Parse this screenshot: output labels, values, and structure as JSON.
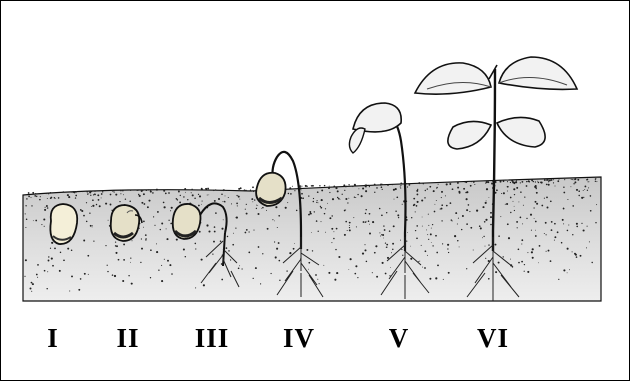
{
  "diagram": {
    "stages": [
      {
        "id": "stage-1",
        "label": "I"
      },
      {
        "id": "stage-2",
        "label": "II"
      },
      {
        "id": "stage-3",
        "label": "III"
      },
      {
        "id": "stage-4",
        "label": "IV"
      },
      {
        "id": "stage-5",
        "label": "V"
      },
      {
        "id": "stage-6",
        "label": "VI"
      }
    ]
  },
  "colors": {
    "soil": "#d9d9d9",
    "soil_dots": "#222222",
    "outline": "#111111",
    "seed": "#f4efd8",
    "leaf": "#f2f2f2",
    "background": "#ffffff"
  }
}
